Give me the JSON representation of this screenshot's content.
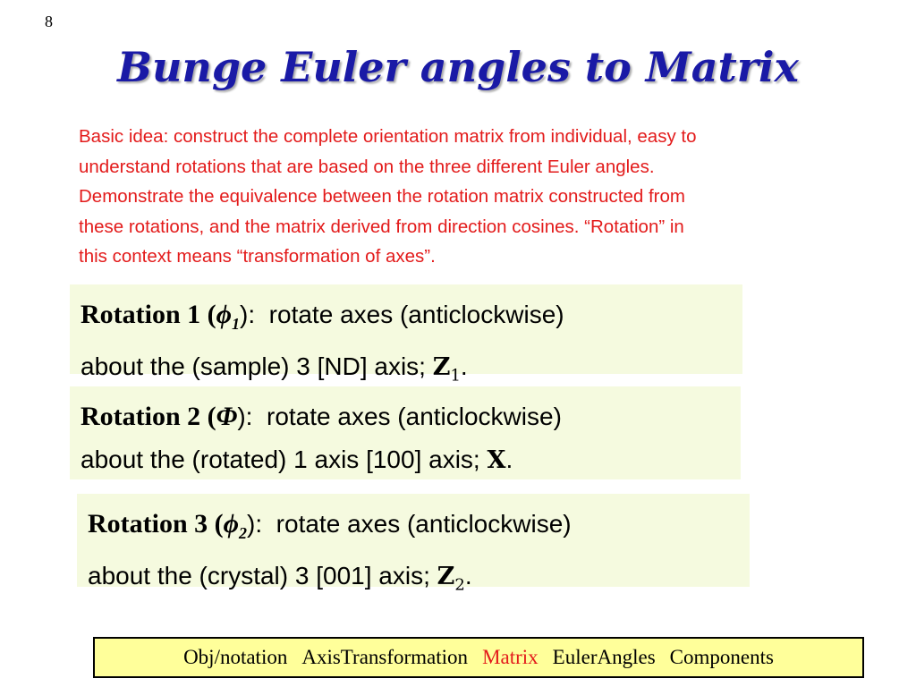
{
  "slide": {
    "number": "8",
    "title": "Bunge Euler angles to Matrix"
  },
  "intro": {
    "lines": [
      "Basic idea: construct the complete orientation matrix from individual, easy to",
      "understand rotations that are based on the three different Euler angles.",
      "Demonstrate the equivalence between the rotation matrix constructed from",
      "these rotations, and the matrix derived from direction cosines.  “Rotation” in",
      "this context means “transformation of axes”."
    ]
  },
  "rotations": [
    {
      "head": "Rotation 1 (",
      "symbol": "ϕ",
      "symbol_sub": "1",
      "close": "):",
      "desc": "  rotate axes (anticlockwise)",
      "line2": "about the (sample) 3 [ND] axis; ",
      "axis": "Z",
      "axis_sub": "1",
      "end": "."
    },
    {
      "head": "Rotation 2 (",
      "symbol": "Φ",
      "symbol_sub": "",
      "close": "):",
      "desc": "  rotate axes (anticlockwise)",
      "line2": "about the (rotated) 1 axis [100] axis; ",
      "axis": "X",
      "axis_sub": "",
      "end": "."
    },
    {
      "head": "Rotation 3 (",
      "symbol": "ϕ",
      "symbol_sub": "2",
      "close": "):",
      "desc": "  rotate axes (anticlockwise)",
      "line2": "about the (crystal) 3 [001] axis; ",
      "axis": "Z",
      "axis_sub": "2",
      "end": "."
    }
  ],
  "nav": {
    "items": [
      "Obj/notation",
      "AxisTransformation",
      "Matrix",
      "EulerAngles",
      "Components"
    ],
    "active": "Matrix"
  },
  "colors": {
    "title": "#1a1aa6",
    "intro_text": "#e31b1b",
    "box_background": "#f5fadf",
    "nav_background": "#ffff9a",
    "nav_active": "#e31b1b"
  }
}
